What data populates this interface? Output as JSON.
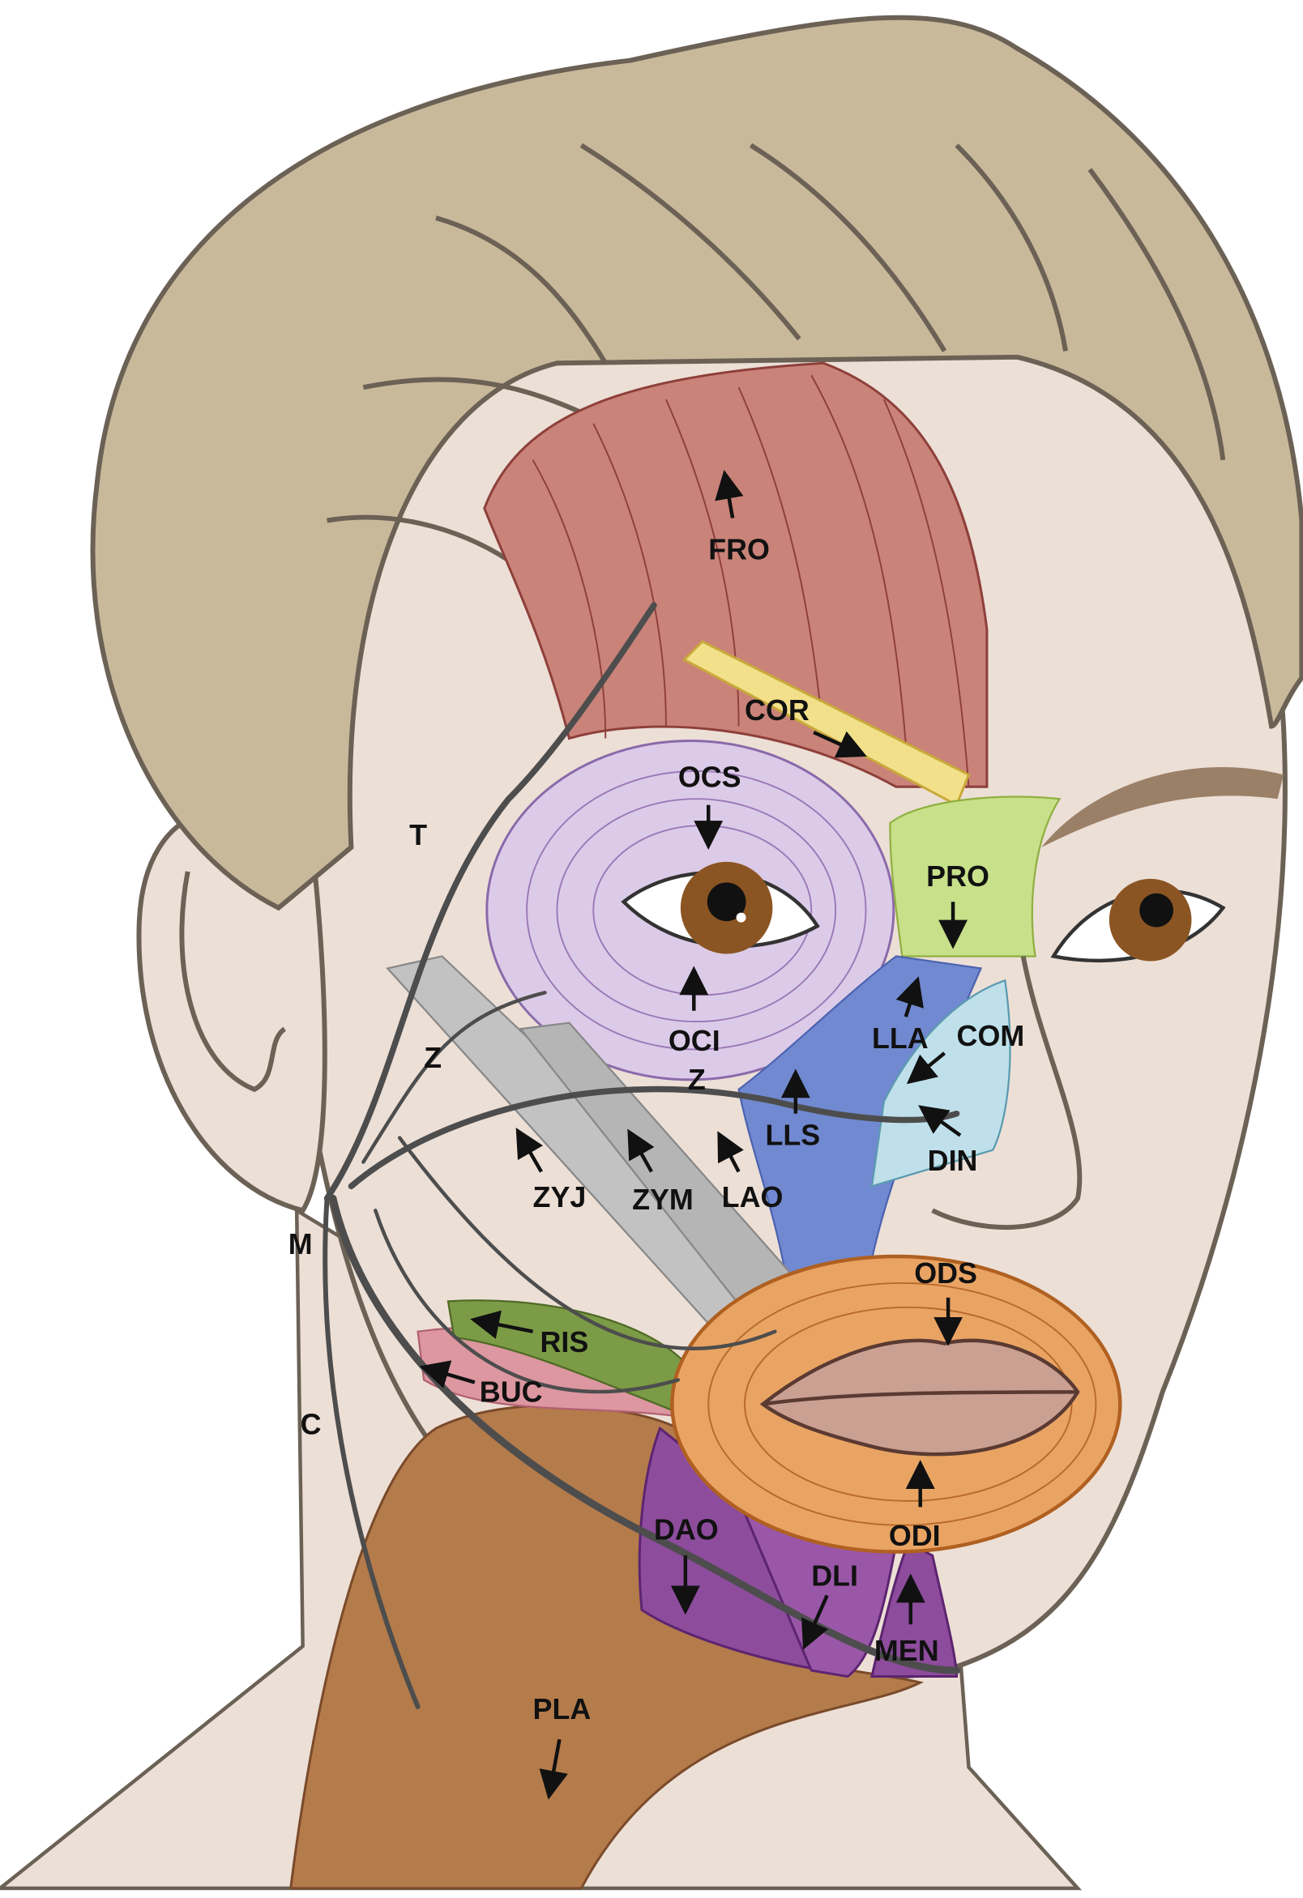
{
  "colors": {
    "hair": "#c9b99b",
    "skin": "#ecdfd6",
    "frontalis": "#c98379",
    "corrugator": "#f3e08a",
    "orbicularis_oculi": "#dccbe8",
    "procerus": "#c8e08a",
    "levator": "#7189d0",
    "compressor": "#bfe0ea",
    "zygomatic": "#c2c2c2",
    "orbicularis_oris": "#e9a463",
    "lips": "#caa092",
    "risorius": "#7c9b46",
    "buccinator": "#dc97a0",
    "depressors": "#8d4c9c",
    "platysma": "#b47b4b",
    "nerve": "#4d4d4d"
  },
  "labels": {
    "fro": "FRO",
    "cor": "COR",
    "ocs": "OCS",
    "oci": "OCI",
    "pro": "PRO",
    "lla": "LLA",
    "com": "COM",
    "lls": "LLS",
    "din": "DIN",
    "z1": "Z",
    "z2": "Z",
    "t": "T",
    "zyj": "ZYJ",
    "zym": "ZYM",
    "lao": "LAO",
    "m": "M",
    "ods": "ODS",
    "ris": "RIS",
    "buc": "BUC",
    "c": "C",
    "odi": "ODI",
    "dao": "DAO",
    "dli": "DLI",
    "men": "MEN",
    "pla": "PLA"
  }
}
